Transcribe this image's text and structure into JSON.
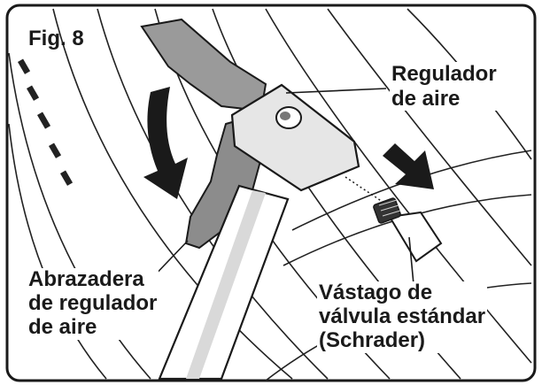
{
  "figure": {
    "label": "Fig. 8",
    "callouts": {
      "air_regulator": "Regulador\nde aire",
      "regulator_clamp": "Abrazadera\nde regulador\nde aire",
      "valve_stem": "Vástago de\nválvula estándar\n(Schrader)"
    }
  }
}
